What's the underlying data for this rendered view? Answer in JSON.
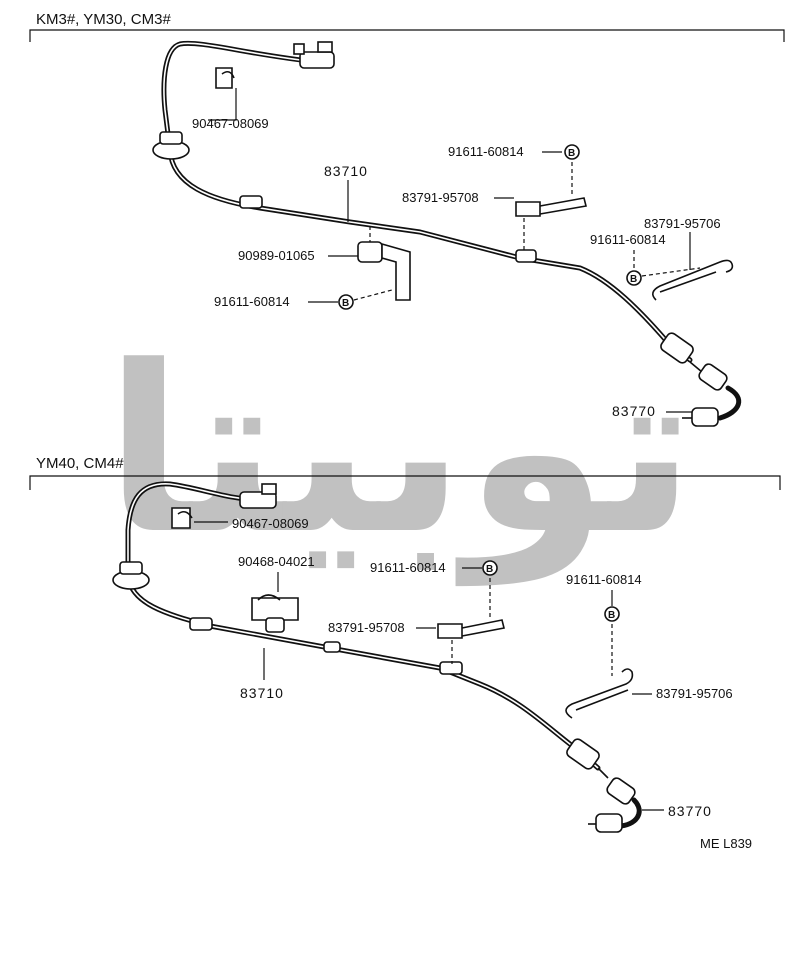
{
  "watermark": {
    "text": "توبيتا",
    "color": "#8f8f8f"
  },
  "sections": [
    {
      "title": "KM3#, YM30, CM3#",
      "labels": {
        "clip_upper": "90467-08069",
        "cable": "83710",
        "bolt_top": "91611-60814",
        "bracket_left": "83791-95708",
        "bracket_right": "83791-95706",
        "bolt_right": "91611-60814",
        "clamp": "90989-01065",
        "bolt_low": "91611-60814",
        "end_fitting": "83770"
      },
      "bolt_mark": "B"
    },
    {
      "title": "YM40, CM4#",
      "labels": {
        "clip_upper": "90467-08069",
        "clamp": "90468-04021",
        "bolt_mid": "91611-60814",
        "bolt_right": "91611-60814",
        "bracket_left": "83791-95708",
        "bracket_right": "83791-95706",
        "cable": "83710",
        "end_fitting": "83770"
      },
      "bolt_mark": "B"
    }
  ],
  "footer_code": "ME  L839"
}
